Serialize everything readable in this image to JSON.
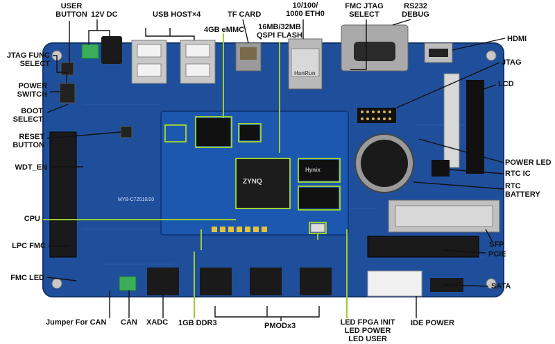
{
  "colors": {
    "board": "#1f4f9a",
    "board_dark": "#173c78",
    "core_module": "#1d58b0",
    "callout": "#9acd32",
    "background": "#ffffff",
    "text": "#111111"
  },
  "labels": {
    "user_button": [
      "USER",
      "BUTTON"
    ],
    "dc_12v": "12V DC",
    "usb_host": "USB HOST×4",
    "emmc": "4GB eMMC",
    "tf_card": "TF CARD",
    "eth0": [
      "10/100/",
      "1000  ETH0"
    ],
    "fmc_jtag_select": [
      "FMC JTAG",
      "SELECT"
    ],
    "rs232_debug": [
      "RS232",
      "DEBUG"
    ],
    "qspi_flash": [
      "16MB/32MB",
      "QSPI FLASH"
    ],
    "hdmi": "HDMI",
    "jtag_func_select": [
      "JTAG FUNC",
      "SELECT"
    ],
    "jtag": "JTAG",
    "power_switch": [
      "POWER",
      "SWITCH"
    ],
    "lcd": "LCD",
    "boot_select": [
      "BOOT",
      "SELECT"
    ],
    "reset_button": [
      "RESET",
      "BUTTON"
    ],
    "power_led": "POWER LED",
    "wdt_en": "WDT_EN",
    "rtc_ic": "RTC IC",
    "rtc_battery": [
      "RTC",
      "BATTERY"
    ],
    "cpu": "CPU",
    "sfp": "SFP",
    "lpc_fmc": "LPC FMC",
    "pcie": "PCIE",
    "fmc_led": "FMC LED",
    "sata": "SATA",
    "jumper_can": "Jumper For CAN",
    "can": "CAN",
    "xadc": "XADC",
    "ddr3": "1GB DDR3",
    "pmod": "PMODx3",
    "led_group": [
      "LED FPGA INIT",
      "LED POWER",
      "LED USER"
    ],
    "ide_power": "IDE POWER"
  },
  "silkscreen": {
    "board_name": "MYB-C7Z010/20",
    "zynq_chip": "ZYNQ",
    "ddr_brand": "Hynix",
    "eth_brand": "HanRun"
  }
}
